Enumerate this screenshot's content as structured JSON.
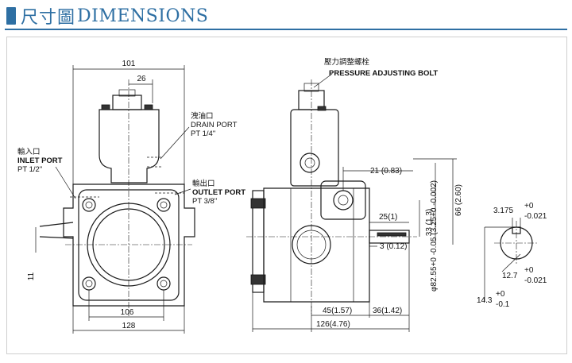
{
  "header": {
    "title_cjk": "尺寸圖",
    "title_en": "DIMENSIONS",
    "accent_color": "#2e6fa3",
    "icon": "square-bullet-icon"
  },
  "front_view": {
    "dims": {
      "width_top": "101",
      "offset_top": "26",
      "bolt_spacing": "106",
      "overall_width": "128",
      "side_offset": "11"
    },
    "drain_port": {
      "cjk": "洩油口",
      "en": "DRAIN PORT",
      "thread": "PT 1/4\""
    },
    "inlet_port": {
      "cjk": "輸入口",
      "en": "INLET PORT",
      "thread": "PT 1/2\""
    },
    "outlet_port": {
      "cjk": "輸出口",
      "en": "OUTLET PORT",
      "thread": "PT 3/8\""
    }
  },
  "side_view": {
    "bolt": {
      "cjk": "壓力調整螺栓",
      "en": "PRESSURE ADJUSTING BOLT"
    },
    "dims": {
      "d_21": "21 (0.83)",
      "d_25": "25(1)",
      "d_3": "3 (0.12)",
      "d_45": "45(1.57)",
      "d_36": "36(1.42)",
      "d_126": "126(4.76)",
      "d_33": "33 (1.3)",
      "d_66": "66 (2.60)",
      "d_phi": "φ82.55+0 -0.05 (3.25+0 -0.002)"
    }
  },
  "shaft_view": {
    "dims": {
      "key_w": "3.175",
      "key_w_tol_upper": "+0",
      "key_w_tol_lower": "-0.021",
      "dia": "12.7",
      "dia_tol_upper": "+0",
      "dia_tol_lower": "-0.021",
      "height": "14.3",
      "height_tol_upper": "+0",
      "height_tol_lower": "-0.1"
    }
  }
}
